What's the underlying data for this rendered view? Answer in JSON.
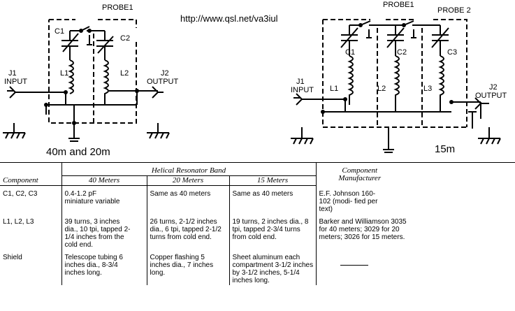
{
  "url": "http://www.qsl.net/va3iul",
  "left_circuit": {
    "caption": "40m and 20m",
    "probe": "PROBE1",
    "c1": "C1",
    "c2": "C2",
    "l1": "L1",
    "l2": "L2",
    "j1": "J1",
    "j1_label": "INPUT",
    "j2": "J2",
    "j2_label": "OUTPUT"
  },
  "right_circuit": {
    "caption": "15m",
    "probe1": "PROBE1",
    "probe2": "PROBE 2",
    "c1": "C1",
    "c2": "C2",
    "c3": "C3",
    "l1": "L1",
    "l2": "L2",
    "l3": "L3",
    "j1": "J1",
    "j1_label": "INPUT",
    "j2": "J2",
    "j2_label": "OUTPUT"
  },
  "table": {
    "group_header": "Helical Resonator Band",
    "columns": [
      "Component",
      "40 Meters",
      "20 Meters",
      "15 Meters",
      "Component Manufacturer"
    ],
    "rows": [
      {
        "component": "C1, C2, C3",
        "m40": "0.4-1.2 pF miniature variable",
        "m20": "Same as 40 meters",
        "m15": "Same as 40 meters",
        "manufacturer": "E.F. Johnson 160-102 (modi- fied per text)"
      },
      {
        "component": "L1, L2, L3",
        "m40": "39 turns, 3 inches dia., 10 tpi, tapped 2-1/4 inches from the cold end.",
        "m20": "26 turns, 2-1/2 inches dia., 6 tpi, tapped 2-1/2 turns from cold end.",
        "m15": "19 turns, 2 inches dia., 8 tpi, tapped 2-3/4 turns from cold end.",
        "manufacturer": "Barker and Williamson 3035 for 40 meters; 3029 for 20 meters; 3026 for 15 meters."
      },
      {
        "component": "Shield",
        "m40": "Telescope tubing 6 inches dia., 8-3/4 inches long.",
        "m20": "Copper flashing 5 inches dia., 7 inches long.",
        "m15": "Sheet aluminum each compartment 3-1/2 inches by 3-1/2 inches, 5-1/4 inches long.",
        "manufacturer": ""
      }
    ]
  }
}
